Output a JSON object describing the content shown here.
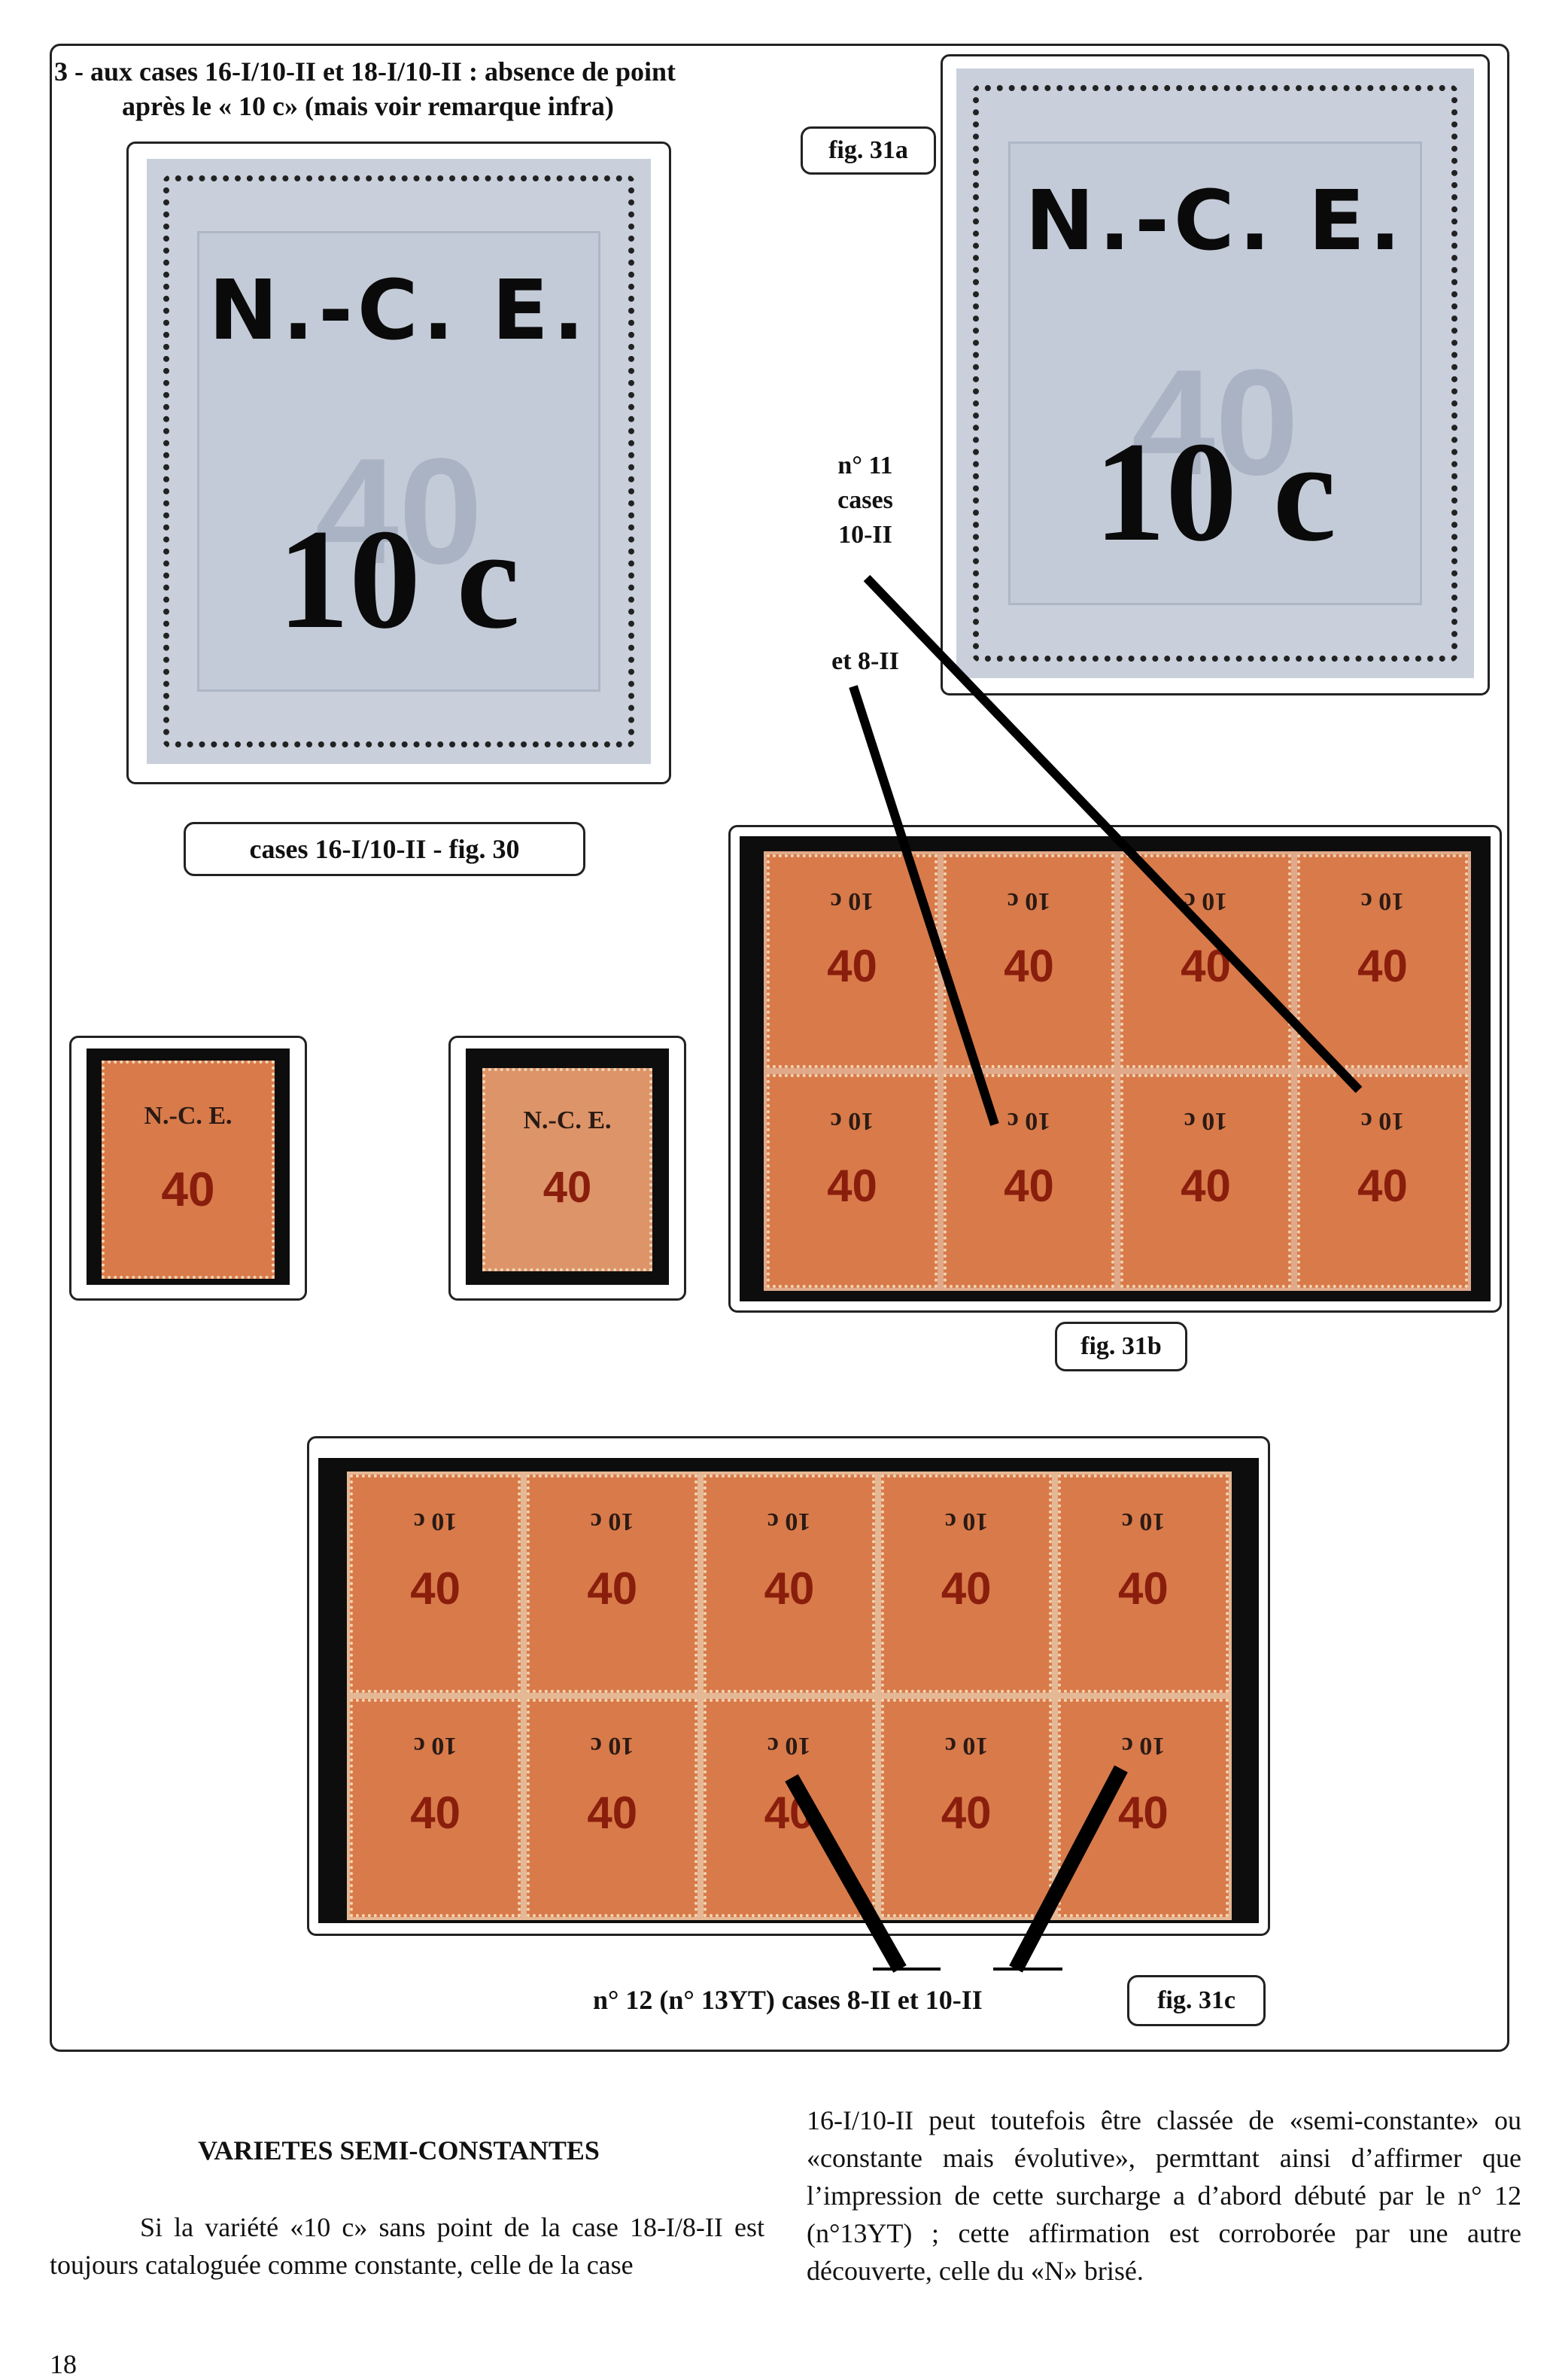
{
  "page": {
    "heading_line1": "3 - aux cases 16-I/10-II et 18-I/10-II : absence de point",
    "heading_line2": "après le « 10 c» (mais voir remarque infra)",
    "page_number": "18"
  },
  "figures": {
    "fig30_caption": "cases 16-I/10-II - fig. 30",
    "fig31a_caption": "fig. 31a",
    "fig31b_caption": "fig. 31b",
    "fig31c_caption": "fig. 31c"
  },
  "overprint": {
    "nce": "N.-C. E.",
    "value": "10 c",
    "base_value": "40"
  },
  "notes": {
    "no11_line1": "n° 11",
    "no11_line2": "cases",
    "no11_line3": "10-II",
    "et8": "et 8-II",
    "bottom_note": "n° 12 (n° 13YT) cases 8-II et 10-II"
  },
  "article": {
    "title": "VARIETES SEMI-CONSTANTES",
    "left_para": "Si la variété «10 c» sans point de la case 18-I/8-II est toujours cataloguée comme constante, celle de la case",
    "right_para": "16-I/10-II peut toutefois être classée de «semi-constante» ou «constante mais évolutive», permttant ainsi d’affirmer que l’impression de cette surcharge a d’abord débuté par le n° 12 (n°13YT) ; cette affirmation est corroborée par une autre découverte, celle du «N» brisé."
  },
  "colors": {
    "stamp_red": "#d97a4a",
    "stamp_blue_grey": "#c9d0dc",
    "mount_black": "#0d0d0d"
  }
}
